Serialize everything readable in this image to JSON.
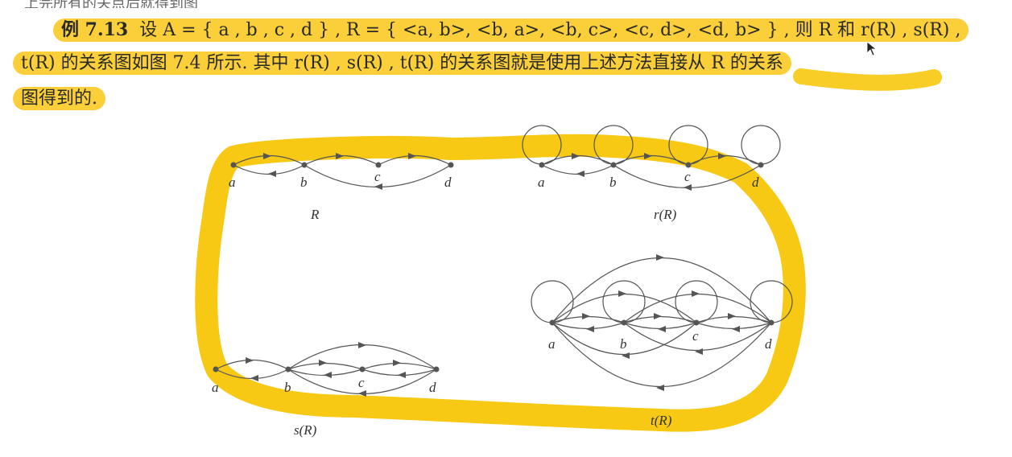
{
  "page": {
    "top_partial": "上完所有的关点后就得到图",
    "line1_label": "例 7.13",
    "line1_text": "设 A = { a , b , c , d } , R = { <a, b>, <b, a>, <b, c>, <c, d>, <d, b> } , 则 R 和 r(R) , s(R) ,",
    "line2_text": "t(R) 的关系图如图 7.4 所示. 其中 r(R) , s(R) , t(R) 的关系图就是使用上述方法直接从 R 的关系",
    "line3_text": "图得到的."
  },
  "figure": {
    "highlight_color": "#f6c400",
    "graphs": {
      "R": {
        "caption": "R",
        "nodes": [
          "a",
          "b",
          "c",
          "d"
        ]
      },
      "r": {
        "caption": "r(R)",
        "nodes": [
          "a",
          "b",
          "c",
          "d"
        ]
      },
      "s": {
        "caption": "s(R)",
        "nodes": [
          "a",
          "b",
          "c",
          "d"
        ]
      },
      "t": {
        "caption": "t(R)",
        "nodes": [
          "a",
          "b",
          "c",
          "d"
        ]
      }
    }
  }
}
